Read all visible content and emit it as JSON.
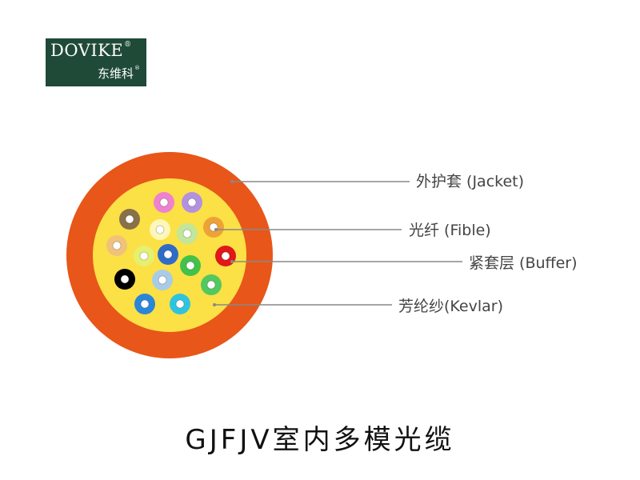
{
  "logo": {
    "text_en": "DOVIKE",
    "text_cn": "东维科",
    "registered_mark": "®",
    "color": "#1f4a37"
  },
  "labels": [
    {
      "text": "外护套 (Jacket)"
    },
    {
      "text": "光纤 (Fible)"
    },
    {
      "text": "紧套层 (Buffer)"
    },
    {
      "text": "芳纶纱(Kevlar)"
    }
  ],
  "colors": {
    "jacket": "#e8561a",
    "kevlar": "#fbe046",
    "leader": "#888888",
    "fiber_core_white": "#ffffff"
  },
  "fibers": [
    {
      "color": "#ee82ce"
    },
    {
      "color": "#b490e0"
    },
    {
      "color": "#8a7048"
    },
    {
      "color": "#fff7b8"
    },
    {
      "color": "#c2e69a"
    },
    {
      "color": "#eea236"
    },
    {
      "color": "#f0c27a"
    },
    {
      "color": "#e6f070"
    },
    {
      "color": "#2f6cc8"
    },
    {
      "color": "#42c24a"
    },
    {
      "color": "#e01818"
    },
    {
      "color": "#000000"
    },
    {
      "color": "#a8cbe8"
    },
    {
      "color": "#52c860"
    },
    {
      "color": "#2a86d8"
    },
    {
      "color": "#2ec4e0"
    }
  ],
  "title": "GJFJV室内多模光缆"
}
